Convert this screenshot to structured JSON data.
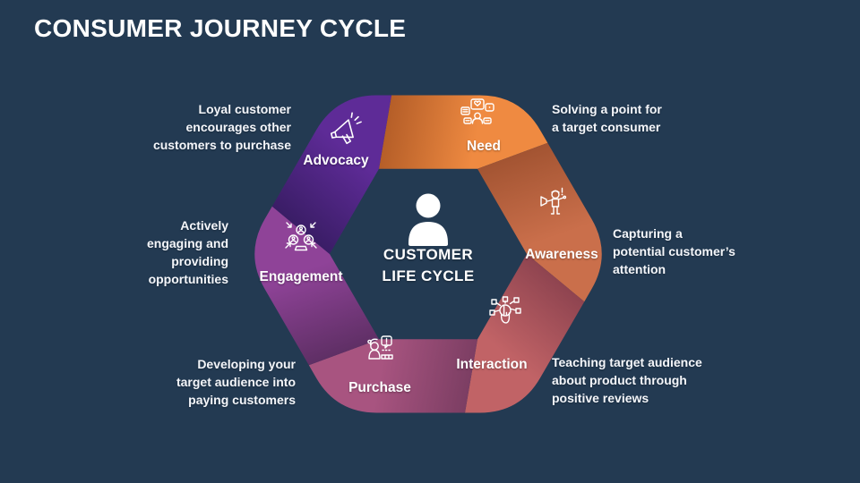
{
  "slide": {
    "title": "CONSUMER JOURNEY CYCLE",
    "background_color": "#233A52",
    "title_color": "#FFFFFF"
  },
  "center": {
    "icon": "person-icon",
    "line1": "CUSTOMER",
    "line2": "LIFE CYCLE"
  },
  "stages": [
    {
      "id": "need",
      "label": "Need",
      "icon": "conversation-icon",
      "color": "#EF8A41",
      "color_dark": "#B55E28",
      "description": "Solving a point for\na target consumer"
    },
    {
      "id": "awareness",
      "label": "Awareness",
      "icon": "announcer-icon",
      "color": "#CA6F4B",
      "color_dark": "#A35432",
      "description": "Capturing a\npotential customer’s\nattention"
    },
    {
      "id": "interaction",
      "label": "Interaction",
      "icon": "touch-network-icon",
      "color": "#C16366",
      "color_dark": "#8F4450",
      "description": "Teaching target audience\nabout product through\npositive reviews"
    },
    {
      "id": "purchase",
      "label": "Purchase",
      "icon": "shopper-icon",
      "color": "#A85480",
      "color_dark": "#7C3E63",
      "description": "Developing your\ntarget audience into\npaying customers"
    },
    {
      "id": "engagement",
      "label": "Engagement",
      "icon": "community-icon",
      "color": "#8F4398",
      "color_dark": "#5F2F65",
      "description": "Actively\nengaging and\nproviding\nopportunities"
    },
    {
      "id": "advocacy",
      "label": "Advocacy",
      "icon": "megaphone-icon",
      "color": "#5E2B97",
      "color_dark": "#3A1D66",
      "description": "Loyal customer\nencourages other\ncustomers to purchase"
    }
  ]
}
